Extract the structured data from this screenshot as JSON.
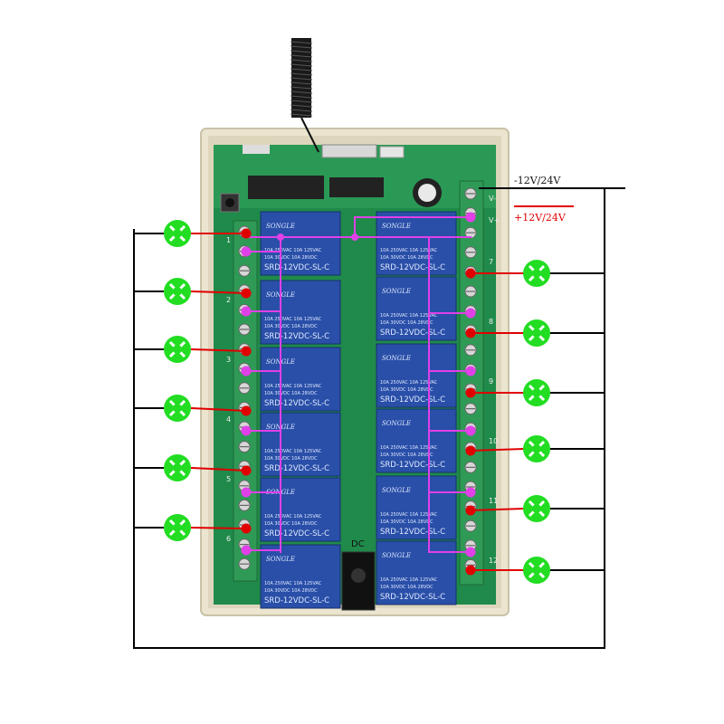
{
  "labels": {
    "neg_voltage": "-12V/24V",
    "pos_voltage": "+12V/24V",
    "dc_jack": "DC"
  },
  "relay": {
    "model": "SRD-12VDC-SL-C",
    "brand": "SONGLE",
    "rating_1": "10A 250VAC  10A 125VAC",
    "rating_2": "10A 30VDC   10A 28VDC"
  },
  "colors": {
    "board_green": "#1f8a4a",
    "enclosure": "#e8e2cc",
    "relay_blue": "#2a4fa8",
    "terminal_green": "#2f9a56",
    "wire_black": "#000000",
    "wire_red": "#e00000",
    "wire_magenta": "#e040e8",
    "lamp_green": "#22dd22"
  },
  "terminal_labels": {
    "left": [
      "1",
      "2",
      "3",
      "4",
      "5",
      "6"
    ],
    "right": [
      "7",
      "8",
      "9",
      "10",
      "11",
      "12"
    ]
  },
  "power_terminals": [
    "V+",
    "V-"
  ]
}
